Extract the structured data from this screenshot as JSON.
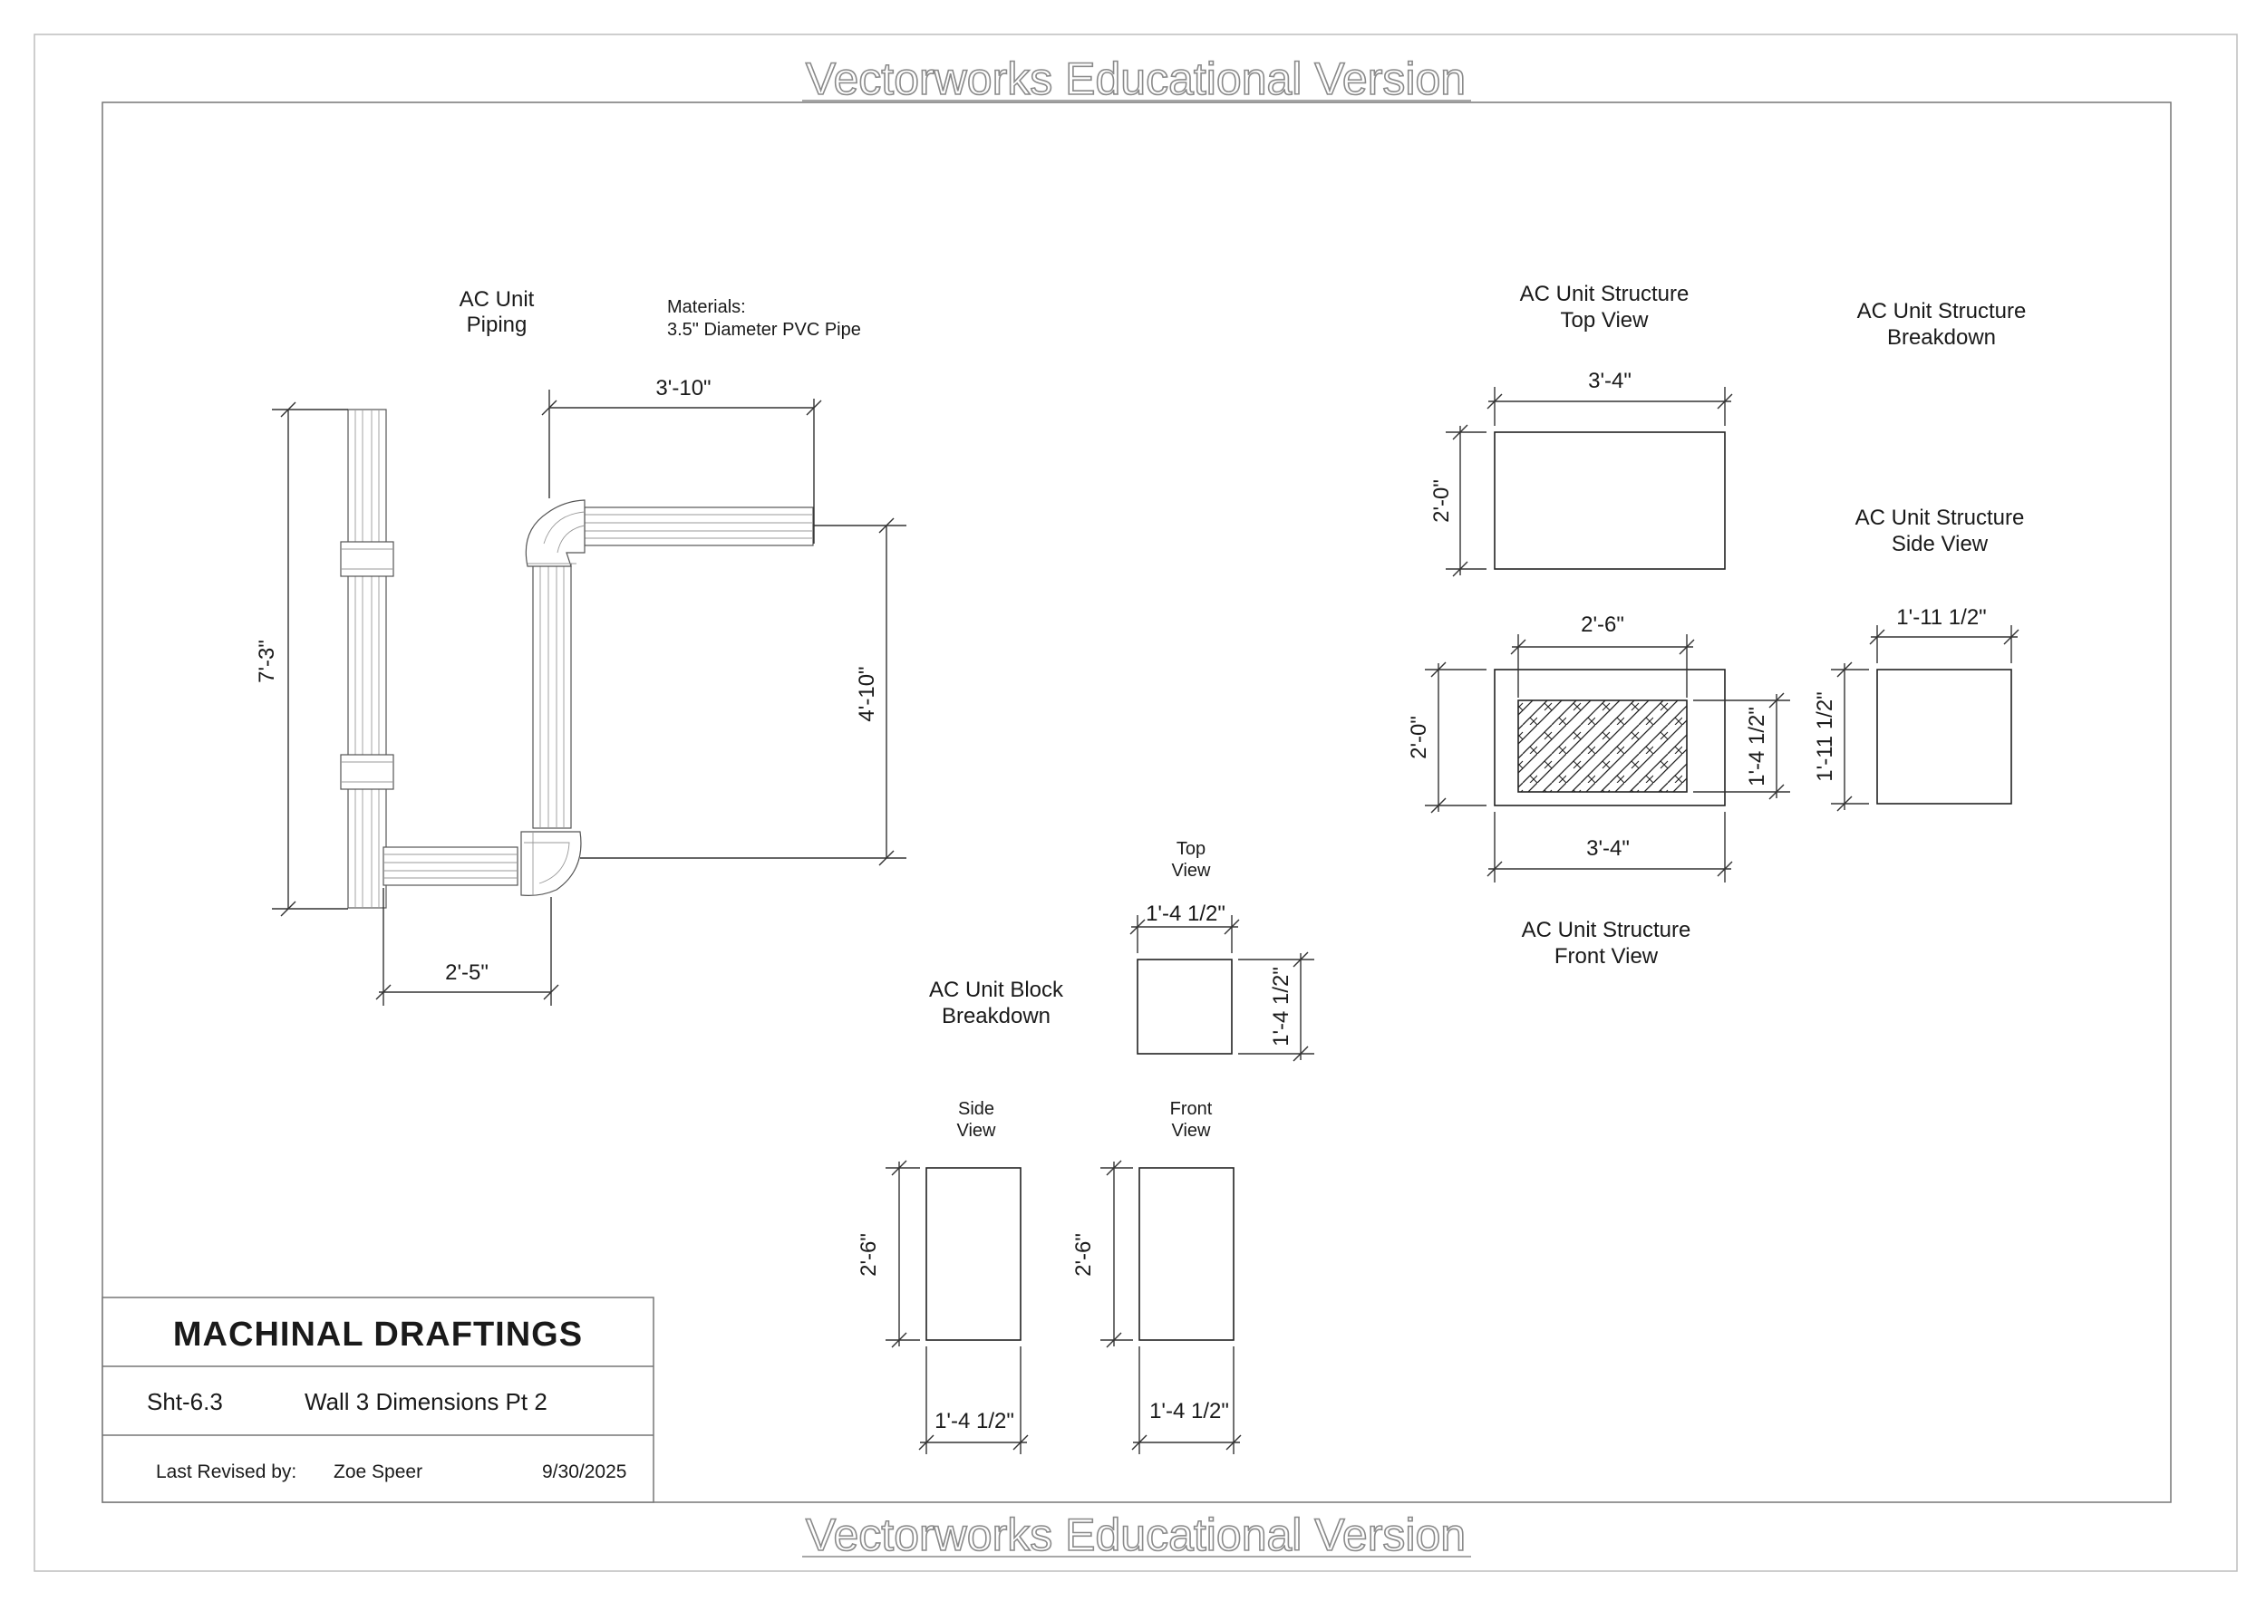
{
  "watermark": "Vectorworks Educational Version",
  "piping": {
    "title_line1": "AC Unit",
    "title_line2": "Piping",
    "materials_line1": "Materials:",
    "materials_line2": "3.5\" Diameter PVC Pipe",
    "dim_top": "3'-10\"",
    "dim_right": "4'-10\"",
    "dim_left": "7'-3\"",
    "dim_bottom": "2'-5\""
  },
  "structure": {
    "top_view_line1": "AC Unit Structure",
    "top_view_line2": "Top View",
    "breakdown_line1": "AC Unit Structure",
    "breakdown_line2": "Breakdown",
    "side_view_line1": "AC Unit Structure",
    "side_view_line2": "Side View",
    "front_view_line1": "AC Unit Structure",
    "front_view_line2": "Front View",
    "top_width": "3'-4\"",
    "top_height": "2'-0\"",
    "front_inner_width": "2'-6\"",
    "front_height": "2'-0\"",
    "front_inner_height": "1'-4 1/2\"",
    "front_width": "3'-4\"",
    "side_width": "1'-11 1/2\"",
    "side_height": "1'-11 1/2\""
  },
  "block": {
    "title_line1": "AC Unit Block",
    "title_line2": "Breakdown",
    "top_label_line1": "Top",
    "top_label_line2": "View",
    "top_width": "1'-4 1/2\"",
    "top_height": "1'-4 1/2\"",
    "side_label_line1": "Side",
    "side_label_line2": "View",
    "side_height": "2'-6\"",
    "side_width": "1'-4 1/2\"",
    "front_label_line1": "Front",
    "front_label_line2": "View",
    "front_height": "2'-6\"",
    "front_width": "1'-4 1/2\""
  },
  "title_block": {
    "company": "MACHINAL DRAFTINGS",
    "sheet_number": "Sht-6.3",
    "sheet_title": "Wall 3 Dimensions Pt  2",
    "revised_label": "Last Revised by:",
    "revised_by": "Zoe Speer",
    "revised_date": "9/30/2025"
  }
}
